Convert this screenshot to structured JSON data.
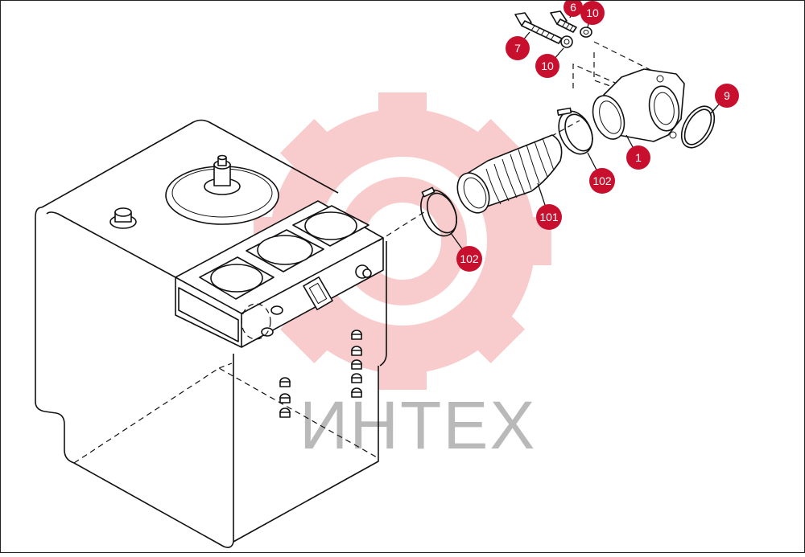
{
  "diagram": {
    "watermark_text": "ИНТЕХ",
    "watermark_color": "#f0a0a0",
    "callout_color": "#c8102e",
    "callouts": [
      {
        "id": "c6",
        "label": "6"
      },
      {
        "id": "c10a",
        "label": "10"
      },
      {
        "id": "c7",
        "label": "7"
      },
      {
        "id": "c10b",
        "label": "10"
      },
      {
        "id": "c9",
        "label": "9"
      },
      {
        "id": "c1",
        "label": "1"
      },
      {
        "id": "c102a",
        "label": "102"
      },
      {
        "id": "c101",
        "label": "101"
      },
      {
        "id": "c102b",
        "label": "102"
      }
    ]
  }
}
